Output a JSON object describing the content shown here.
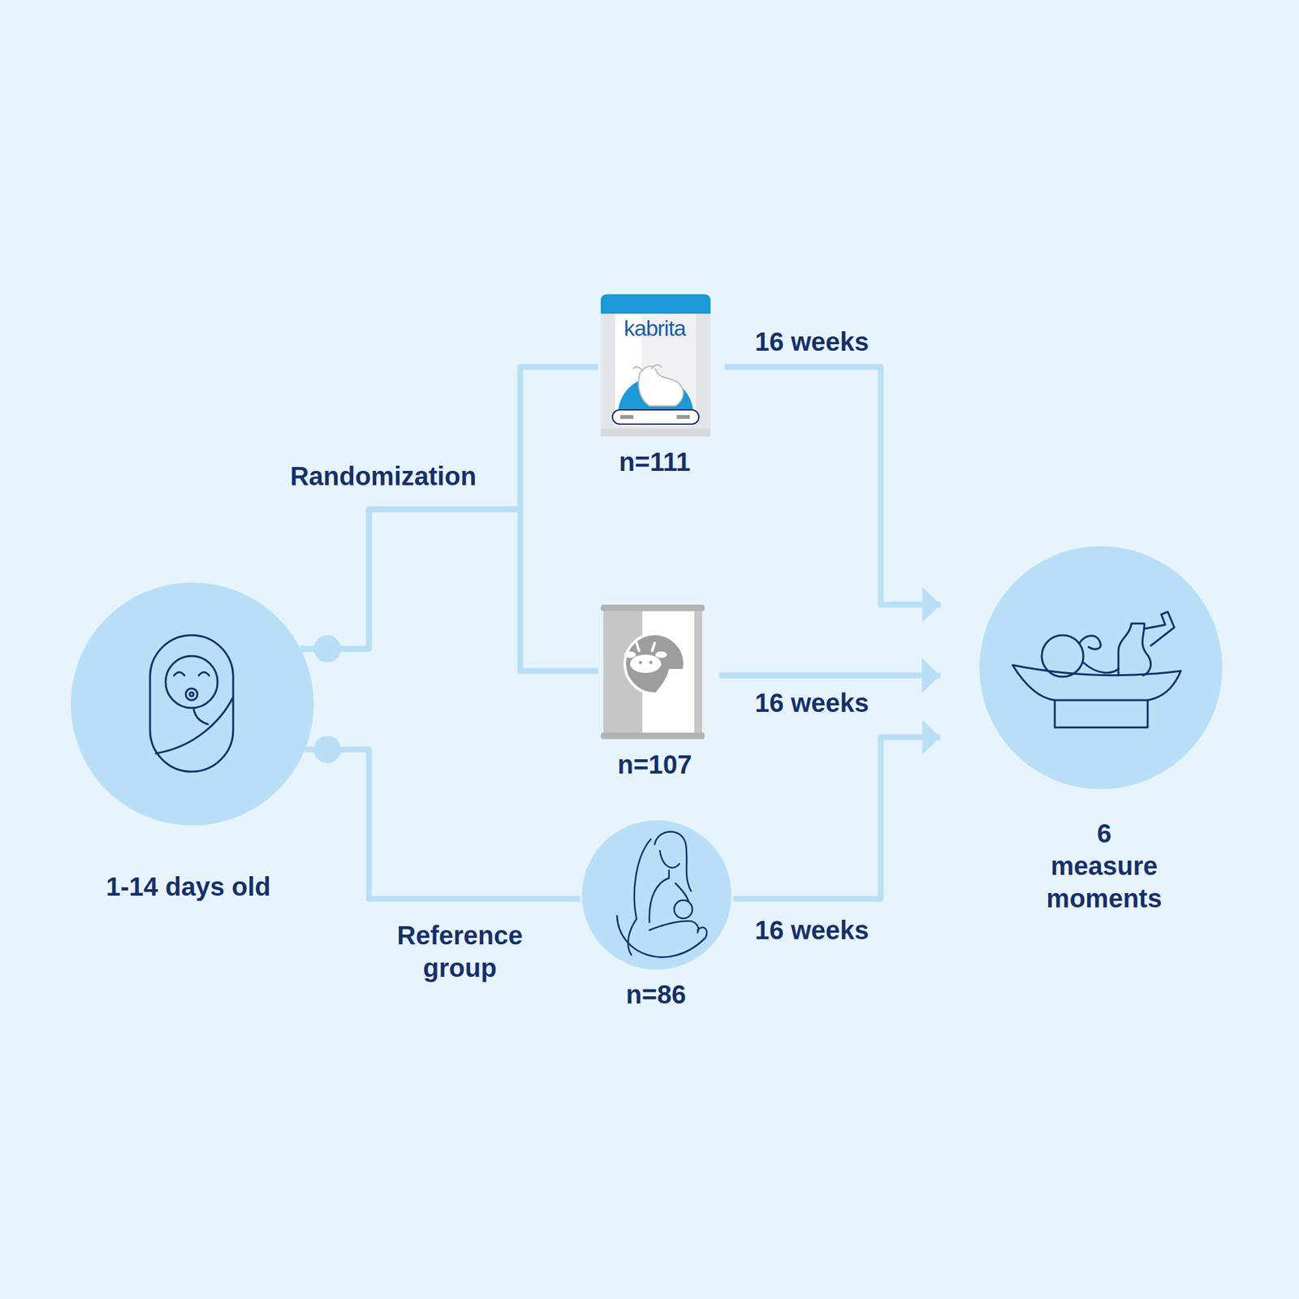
{
  "diagram": {
    "nodes": [
      {
        "text": [
          "1-14 days old"
        ]
      },
      {
        "text": [
          "kabrita",
          "n=111"
        ]
      },
      {
        "text": [
          "n=107"
        ]
      },
      {
        "text": [
          "n=86"
        ]
      },
      {
        "text": [
          "6 measure moments"
        ]
      }
    ],
    "edges": [
      {
        "from": 0,
        "to": 1,
        "label": "Randomization",
        "arrow": "none"
      },
      {
        "from": 0,
        "to": 2,
        "arrow": "none"
      },
      {
        "from": 0,
        "to": 3,
        "label": "Reference group",
        "arrow": "none"
      },
      {
        "from": 1,
        "to": 4,
        "label": "16 weeks",
        "arrow": "to"
      },
      {
        "from": 2,
        "to": 4,
        "label": "16 weeks",
        "arrow": "to"
      },
      {
        "from": 3,
        "to": 4,
        "label": "16 weeks",
        "arrow": "to"
      }
    ]
  }
}
